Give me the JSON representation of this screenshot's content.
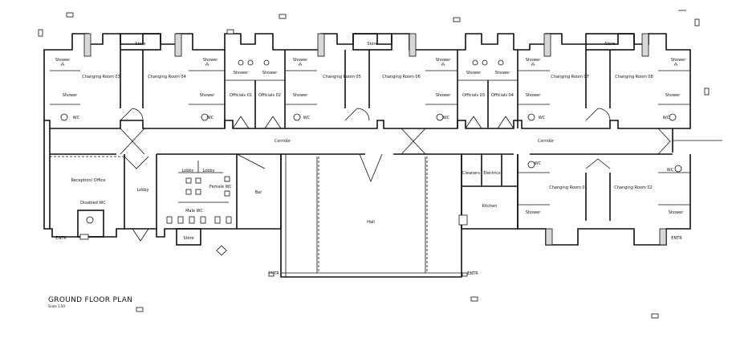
{
  "plan_title": "GROUND FLOOR PLAN",
  "plan_scale": "Scale 1:50",
  "rooms": {
    "store_1": "Store",
    "store_2": "Store",
    "store_3": "Store",
    "store_4": "Store",
    "shower": "Shower",
    "wc": "WC",
    "changing_03": "Changing Room 03",
    "changing_04": "Changing Room 04",
    "changing_05": "Changing Room 05",
    "changing_06": "Changing Room 06",
    "changing_07": "Changing Room 07",
    "changing_08": "Changing Room 08",
    "changing_01": "Changing Room 01",
    "changing_02": "Changing Room 02",
    "officials_01": "Officials 01",
    "officials_02": "Officials 02",
    "officials_03": "Officials 03",
    "officials_04": "Officials 04",
    "corridor": "Corridor",
    "reception": "Reception/ Office",
    "disabled_wc": "Disabled WC",
    "lobby": "Lobby",
    "female_wc": "Female WC",
    "male_wc": "Male WC",
    "bar": "Bar",
    "hall": "Hall",
    "cleaners": "Cleaners",
    "electrics": "Electrics",
    "kitchen": "Kitchen",
    "entrance": "ENTR"
  }
}
